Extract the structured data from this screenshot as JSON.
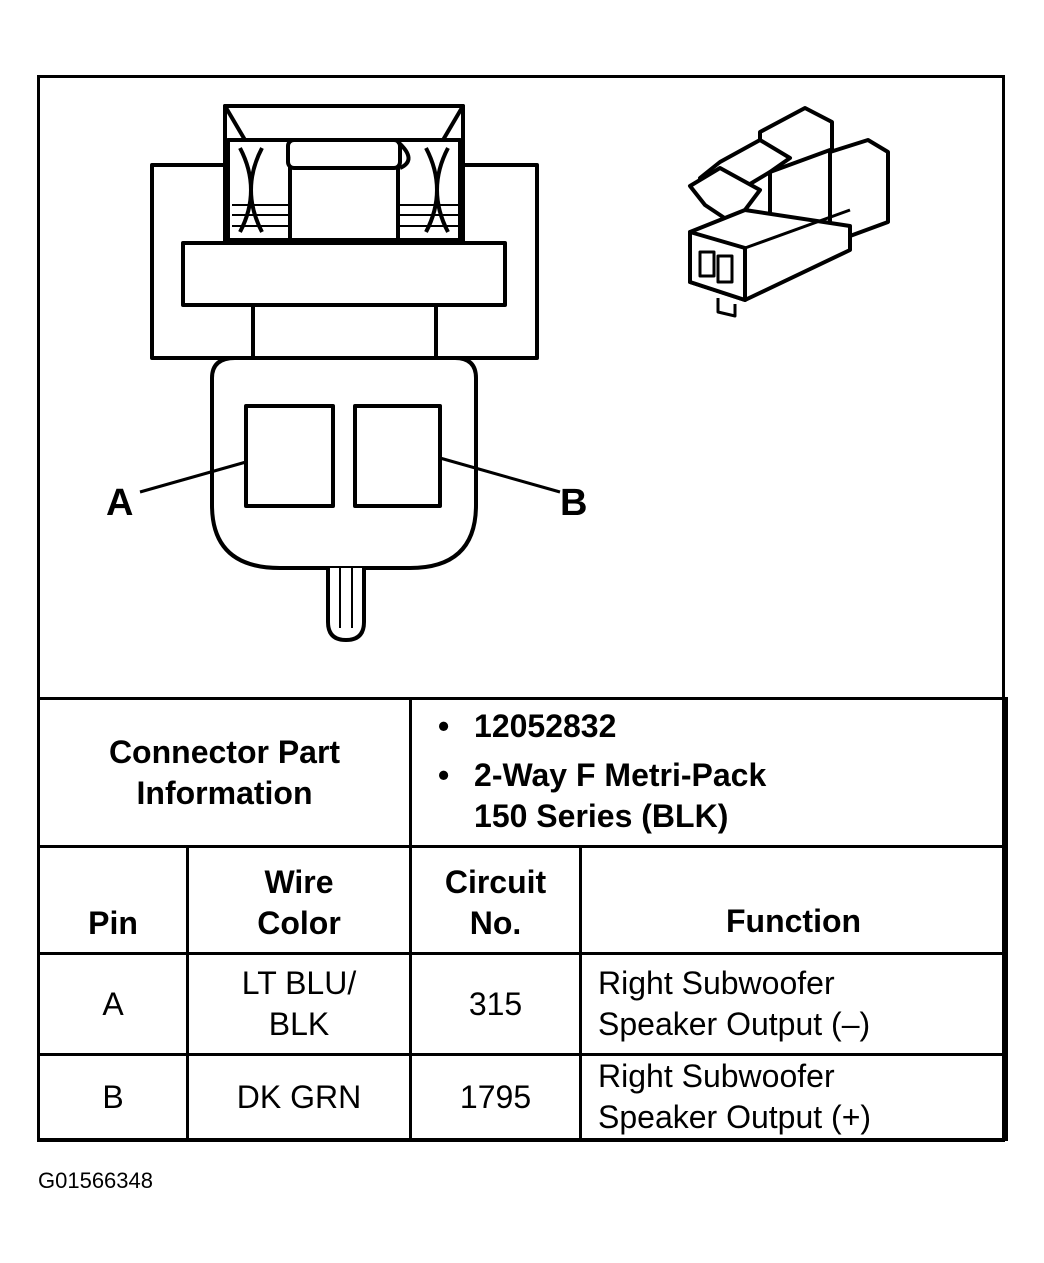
{
  "diagram": {
    "pin_a_label": "A",
    "pin_b_label": "B"
  },
  "connector_info": {
    "label_line1": "Connector Part",
    "label_line2": "Information",
    "part_number": "12052832",
    "description_line1": "2-Way F Metri-Pack",
    "description_line2": "150 Series (BLK)",
    "bullet": "•"
  },
  "table": {
    "headers": {
      "pin": "Pin",
      "wire_color_line1": "Wire",
      "wire_color_line2": "Color",
      "circuit_line1": "Circuit",
      "circuit_line2": "No.",
      "function": "Function"
    },
    "rows": [
      {
        "pin": "A",
        "wire_line1": "LT BLU/",
        "wire_line2": "BLK",
        "circuit": "315",
        "function_line1": "Right Subwoofer",
        "function_line2": "Speaker Output (–)"
      },
      {
        "pin": "B",
        "wire_line1": "DK GRN",
        "circuit": "1795",
        "function_line1": "Right Subwoofer",
        "function_line2": "Speaker Output (+)"
      }
    ]
  },
  "figure_id": "G01566348"
}
